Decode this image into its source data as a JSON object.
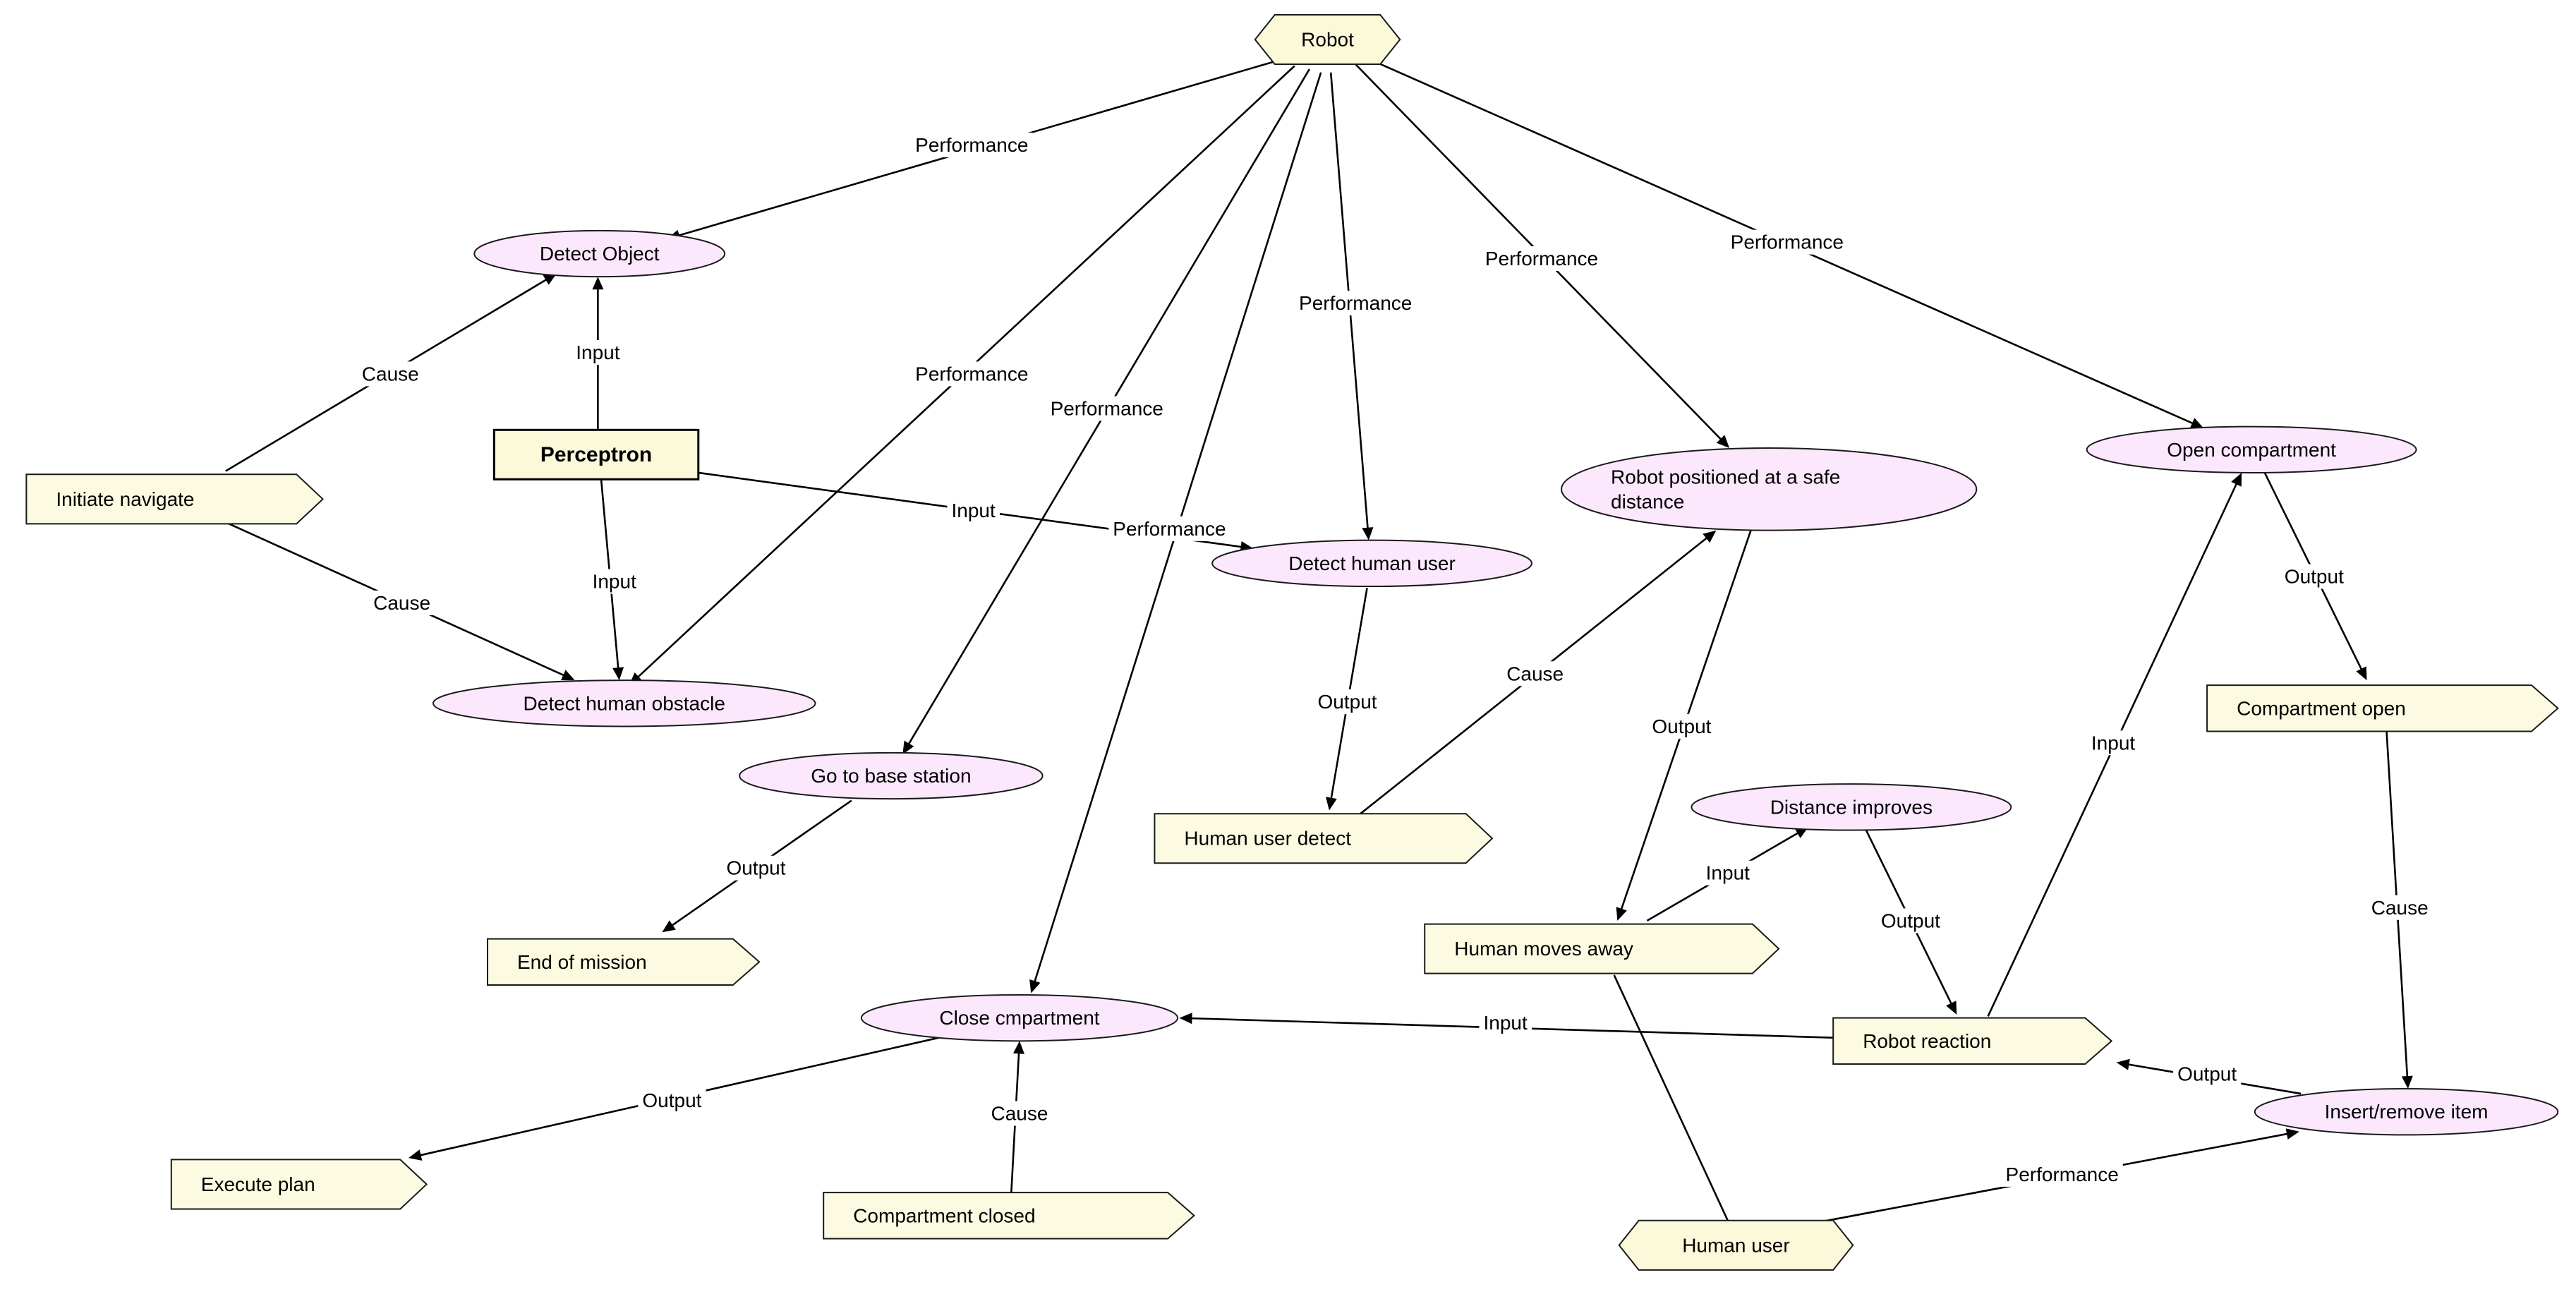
{
  "colors": {
    "event": "#fce8fc",
    "state": "#fcfbe1",
    "agent": "#fcf8da",
    "line": "#000000"
  },
  "nodes": {
    "robot": {
      "label": "Robot",
      "kind": "agent"
    },
    "human_user": {
      "label": "Human user",
      "kind": "agent"
    },
    "perceptron": {
      "label": "Perceptron",
      "kind": "box"
    },
    "detect_object": {
      "label": "Detect Object",
      "kind": "event"
    },
    "detect_human_obstacle": {
      "label": "Detect human obstacle",
      "kind": "event"
    },
    "go_to_base_station": {
      "label": "Go to base station",
      "kind": "event"
    },
    "detect_human_user": {
      "label": "Detect human user",
      "kind": "event"
    },
    "robot_positioned": {
      "label": "Robot positioned at a safe distance",
      "lines": [
        "Robot positioned at a safe",
        "distance"
      ],
      "kind": "event"
    },
    "open_compartment": {
      "label": "Open compartment",
      "kind": "event"
    },
    "distance_improves": {
      "label": "Distance improves",
      "kind": "event"
    },
    "close_compartment": {
      "label": "Close cmpartment",
      "kind": "event"
    },
    "insert_remove_item": {
      "label": "Insert/remove item",
      "kind": "event"
    },
    "initiate_navigate": {
      "label": "Initiate navigate",
      "kind": "state"
    },
    "end_of_mission": {
      "label": "End of mission",
      "kind": "state"
    },
    "human_user_detect": {
      "label": "Human user detect",
      "kind": "state"
    },
    "human_moves_away": {
      "label": "Human moves away",
      "kind": "state"
    },
    "robot_reaction": {
      "label": "Robot reaction",
      "kind": "state"
    },
    "compartment_open": {
      "label": "Compartment open",
      "kind": "state"
    },
    "compartment_closed": {
      "label": "Compartment closed",
      "kind": "state"
    },
    "execute_plan": {
      "label": "Execute plan",
      "kind": "state"
    }
  },
  "edges": [
    {
      "from": "robot",
      "to": "detect_object",
      "label": "Performance"
    },
    {
      "from": "robot",
      "to": "detect_human_obstacle",
      "label": "Performance"
    },
    {
      "from": "robot",
      "to": "go_to_base_station",
      "label": "Performance"
    },
    {
      "from": "robot",
      "to": "close_compartment",
      "label": "Performance"
    },
    {
      "from": "robot",
      "to": "detect_human_user",
      "label": "Performance"
    },
    {
      "from": "robot",
      "to": "robot_positioned",
      "label": "Performance"
    },
    {
      "from": "robot",
      "to": "open_compartment",
      "label": "Performance"
    },
    {
      "from": "initiate_navigate",
      "to": "detect_object",
      "label": "Cause"
    },
    {
      "from": "initiate_navigate",
      "to": "detect_human_obstacle",
      "label": "Cause"
    },
    {
      "from": "perceptron",
      "to": "detect_object",
      "label": "Input"
    },
    {
      "from": "perceptron",
      "to": "detect_human_obstacle",
      "label": "Input"
    },
    {
      "from": "perceptron",
      "to": "detect_human_user",
      "label": "Input"
    },
    {
      "from": "go_to_base_station",
      "to": "end_of_mission",
      "label": "Output"
    },
    {
      "from": "detect_human_user",
      "to": "human_user_detect",
      "label": "Output"
    },
    {
      "from": "human_user_detect",
      "to": "robot_positioned",
      "label": "Cause"
    },
    {
      "from": "robot_positioned",
      "to": "human_moves_away",
      "label": "Output"
    },
    {
      "from": "human_moves_away",
      "to": "distance_improves",
      "label": "Input"
    },
    {
      "from": "distance_improves",
      "to": "robot_reaction",
      "label": "Output"
    },
    {
      "from": "robot_reaction",
      "to": "open_compartment",
      "label": "Input"
    },
    {
      "from": "open_compartment",
      "to": "compartment_open",
      "label": "Output"
    },
    {
      "from": "compartment_open",
      "to": "insert_remove_item",
      "label": "Cause"
    },
    {
      "from": "insert_remove_item",
      "to": "robot_reaction",
      "label": "Output"
    },
    {
      "from": "robot_reaction",
      "to": "close_compartment",
      "label": "Input"
    },
    {
      "from": "compartment_closed",
      "to": "close_compartment",
      "label": "Cause"
    },
    {
      "from": "close_compartment",
      "to": "execute_plan",
      "label": "Output"
    },
    {
      "from": "human_user",
      "to": "insert_remove_item",
      "label": "Performance"
    },
    {
      "from": "human_user",
      "to": "human_moves_away",
      "label": ""
    }
  ]
}
